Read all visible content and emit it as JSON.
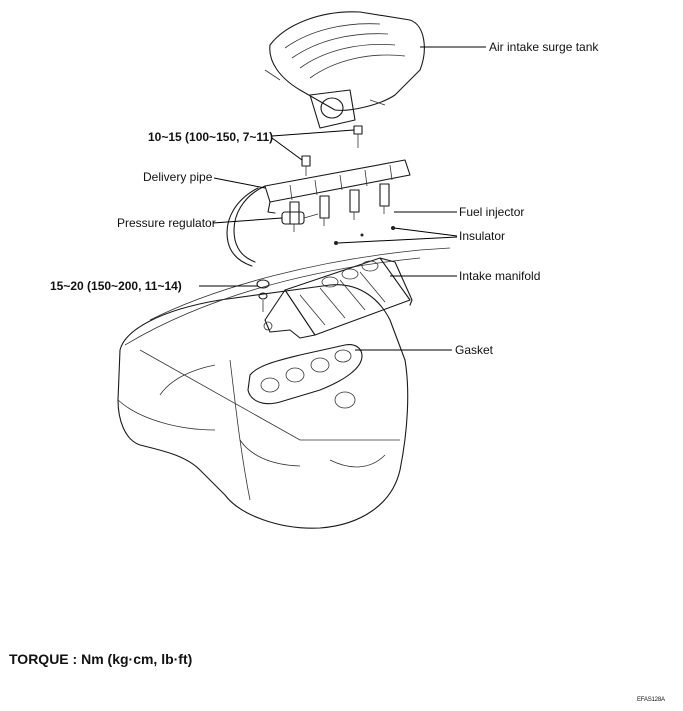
{
  "labels": {
    "surge_tank": "Air intake surge tank",
    "torque_upper": "10~15 (100~150, 7~11)",
    "delivery_pipe": "Delivery pipe",
    "pressure_regulator": "Pressure regulator",
    "fuel_injector": "Fuel injector",
    "insulator": "Insulator",
    "intake_manifold": "Intake manifold",
    "torque_lower": "15~20 (150~200, 11~14)",
    "gasket": "Gasket"
  },
  "torque_unit": "TORQUE : Nm (kg·cm, lb·ft)",
  "figure_code": "EFAS128A"
}
